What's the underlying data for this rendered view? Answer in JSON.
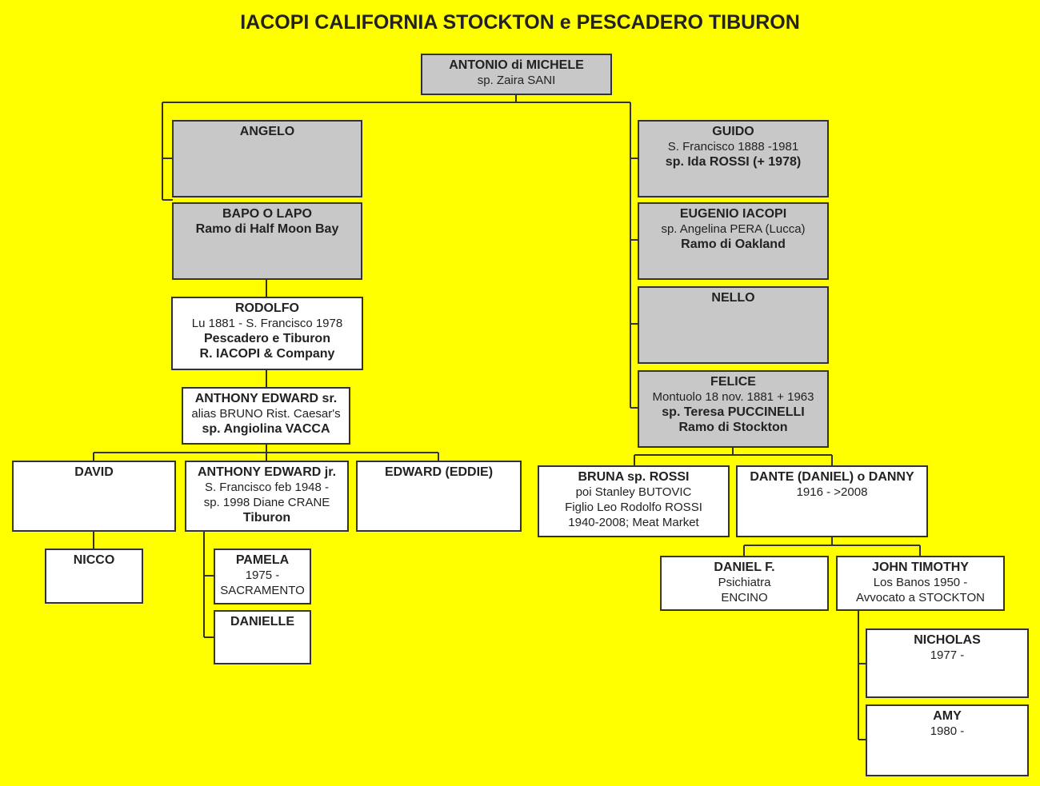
{
  "title": "IACOPI CALIFORNIA STOCKTON e PESCADERO TIBURON",
  "colors": {
    "background": "#ffff00",
    "box_grey": "#c8c8c8",
    "box_white": "#ffffff",
    "line": "#333333"
  },
  "people": {
    "antonio": {
      "lines": [
        {
          "t": "ANTONIO di MICHELE",
          "b": true
        },
        {
          "t": "sp. Zaira SANI",
          "b": false
        }
      ]
    },
    "angelo": {
      "lines": [
        {
          "t": "ANGELO",
          "b": true
        }
      ]
    },
    "bapo": {
      "lines": [
        {
          "t": "BAPO O LAPO",
          "b": true
        },
        {
          "t": "Ramo di Half Moon Bay",
          "b": true
        }
      ]
    },
    "rodolfo": {
      "lines": [
        {
          "t": "RODOLFO",
          "b": true
        },
        {
          "t": "Lu 1881 -  S. Francisco 1978",
          "b": false
        },
        {
          "t": "Pescadero e Tiburon",
          "b": true
        },
        {
          "t": "R. IACOPI & Company",
          "b": true
        }
      ]
    },
    "anthony_sr": {
      "lines": [
        {
          "t": "ANTHONY EDWARD sr.",
          "b": true
        },
        {
          "t": "alias BRUNO Rist. Caesar's",
          "b": false
        },
        {
          "t": "sp. Angiolina VACCA",
          "b": true
        }
      ]
    },
    "david": {
      "lines": [
        {
          "t": "DAVID",
          "b": true
        }
      ]
    },
    "anthony_jr": {
      "lines": [
        {
          "t": "ANTHONY EDWARD jr.",
          "b": true
        },
        {
          "t": "S. Francisco feb 1948 -",
          "b": false
        },
        {
          "t": "sp. 1998 Diane CRANE",
          "b": false
        },
        {
          "t": "Tiburon",
          "b": true
        }
      ]
    },
    "eddie": {
      "lines": [
        {
          "t": "EDWARD (EDDIE)",
          "b": true
        }
      ]
    },
    "nicco": {
      "lines": [
        {
          "t": "NICCO",
          "b": true
        }
      ]
    },
    "pamela": {
      "lines": [
        {
          "t": "PAMELA",
          "b": true
        },
        {
          "t": "1975 -",
          "b": false
        },
        {
          "t": "SACRAMENTO",
          "b": false
        }
      ]
    },
    "danielle": {
      "lines": [
        {
          "t": "DANIELLE",
          "b": true
        }
      ]
    },
    "guido": {
      "lines": [
        {
          "t": "GUIDO",
          "b": true
        },
        {
          "t": "S. Francisco 1888 -1981",
          "b": false
        },
        {
          "t": "sp. Ida ROSSI (+ 1978)",
          "b": true
        }
      ]
    },
    "eugenio": {
      "lines": [
        {
          "t": "EUGENIO IACOPI",
          "b": true
        },
        {
          "t": "sp. Angelina PERA (Lucca)",
          "b": false
        },
        {
          "t": "Ramo di Oakland",
          "b": true
        }
      ]
    },
    "nello": {
      "lines": [
        {
          "t": "NELLO",
          "b": true
        }
      ]
    },
    "felice": {
      "lines": [
        {
          "t": "FELICE",
          "b": true
        },
        {
          "t": "Montuolo 18 nov. 1881 + 1963",
          "b": false
        },
        {
          "t": "sp. Teresa PUCCINELLI",
          "b": true
        },
        {
          "t": "Ramo di Stockton",
          "b": true
        }
      ]
    },
    "bruna": {
      "lines": [
        {
          "t": "BRUNA sp. ROSSI",
          "b": true
        },
        {
          "t": "poi Stanley BUTOVIC",
          "b": false
        },
        {
          "t": "Figlio Leo Rodolfo ROSSI",
          "b": false
        },
        {
          "t": "1940-2008; Meat Market",
          "b": false
        }
      ]
    },
    "dante": {
      "lines": [
        {
          "t": "DANTE (DANIEL) o DANNY",
          "b": true
        },
        {
          "t": "1916 - >2008",
          "b": false
        }
      ]
    },
    "daniel_f": {
      "lines": [
        {
          "t": "DANIEL F.",
          "b": true
        },
        {
          "t": "Psichiatra",
          "b": false
        },
        {
          "t": "ENCINO",
          "b": false
        }
      ]
    },
    "john": {
      "lines": [
        {
          "t": "JOHN TIMOTHY",
          "b": true
        },
        {
          "t": "Los Banos 1950 -",
          "b": false
        },
        {
          "t": "Avvocato a STOCKTON",
          "b": false
        }
      ]
    },
    "nicholas": {
      "lines": [
        {
          "t": "NICHOLAS",
          "b": true
        },
        {
          "t": "1977 -",
          "b": false
        }
      ]
    },
    "amy": {
      "lines": [
        {
          "t": "AMY",
          "b": true
        },
        {
          "t": "1980 -",
          "b": false
        }
      ]
    }
  }
}
